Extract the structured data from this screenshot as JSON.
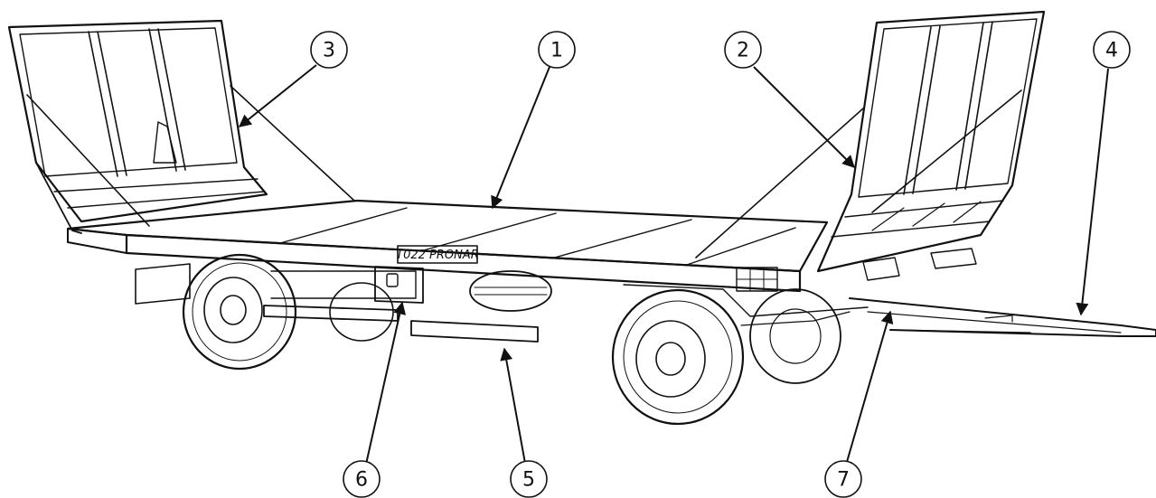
{
  "plate_label": "T022 PRONAR",
  "callouts": [
    {
      "label": "1"
    },
    {
      "label": "2"
    },
    {
      "label": "3"
    },
    {
      "label": "4"
    },
    {
      "label": "5"
    },
    {
      "label": "6"
    },
    {
      "label": "7"
    }
  ],
  "colors": {
    "line": "#111111",
    "background": "#ffffff"
  }
}
